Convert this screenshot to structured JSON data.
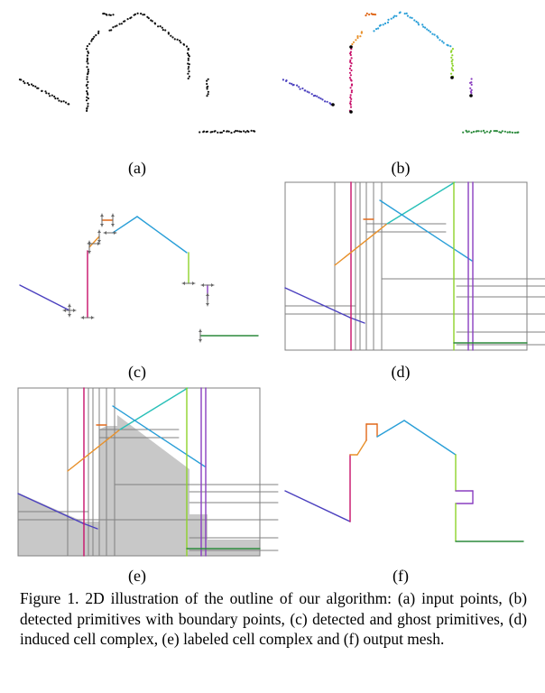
{
  "figure": {
    "caption": "Figure 1. 2D illustration of the outline of our algorithm: (a) input points, (b) detected primitives with boundary points, (c) detected and ghost primitives, (d) induced cell complex, (e) labeled cell complex and (f) output mesh.",
    "panels": [
      {
        "id": "a",
        "label": "(a)"
      },
      {
        "id": "b",
        "label": "(b)"
      },
      {
        "id": "c",
        "label": "(c)"
      },
      {
        "id": "d",
        "label": "(d)"
      },
      {
        "id": "e",
        "label": "(e)"
      },
      {
        "id": "f",
        "label": "(f)"
      }
    ]
  },
  "colors": {
    "slope_left": "#4b40bf",
    "wall_left": "#c8106a",
    "step_orange": "#e8902a",
    "roof_top": "#e0681a",
    "roof_right": "#2a9fd8",
    "wall_right": "#8ed22c",
    "wall_small": "#8a3fc0",
    "floor": "#2c8a3c",
    "diagonal_cyan": "#29c0b8",
    "gray_line": "#808080",
    "fill_gray": "#c8c8c8",
    "points": "#111111"
  }
}
